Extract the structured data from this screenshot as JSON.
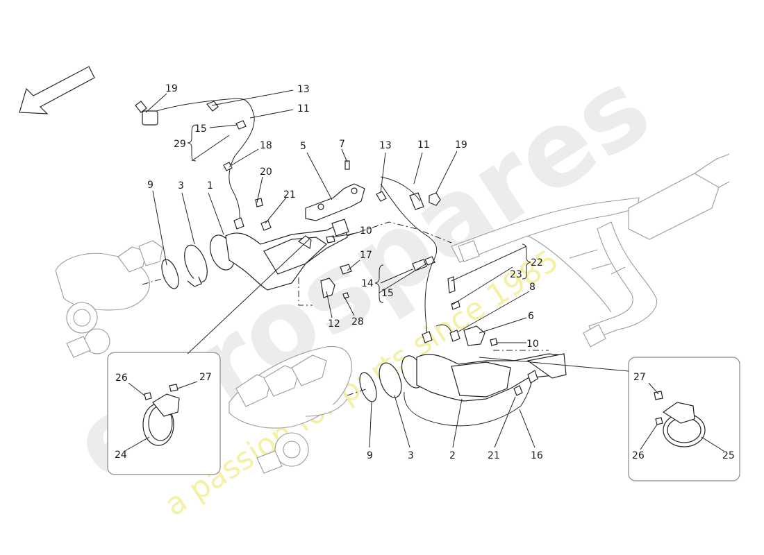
{
  "watermark": {
    "logo": "eurospares",
    "tagline": "a passion for parts since 1985"
  },
  "colors": {
    "line": "#222222",
    "ghost": "#9a9a9a",
    "watermark_logo": "#ececec",
    "watermark_tagline": "#f4f0a6"
  },
  "callouts": {
    "c19a": "19",
    "c13a": "13",
    "c11a": "11",
    "c15a": "15",
    "c29": "29",
    "c18": "18",
    "c20": "20",
    "c21a": "21",
    "c9a": "9",
    "c3a": "3",
    "c1": "1",
    "c5": "5",
    "c7": "7",
    "c13b": "13",
    "c11b": "11",
    "c19b": "19",
    "c10a": "10",
    "c17": "17",
    "c14": "14",
    "c15b": "15",
    "c12": "12",
    "c28": "28",
    "c22": "22",
    "c23": "23",
    "c8": "8",
    "c6": "6",
    "c10b": "10",
    "c26a": "26",
    "c27a": "27",
    "c24": "24",
    "c9b": "9",
    "c3b": "3",
    "c2": "2",
    "c21b": "21",
    "c16": "16",
    "c27b": "27",
    "c26b": "26",
    "c25": "25"
  }
}
